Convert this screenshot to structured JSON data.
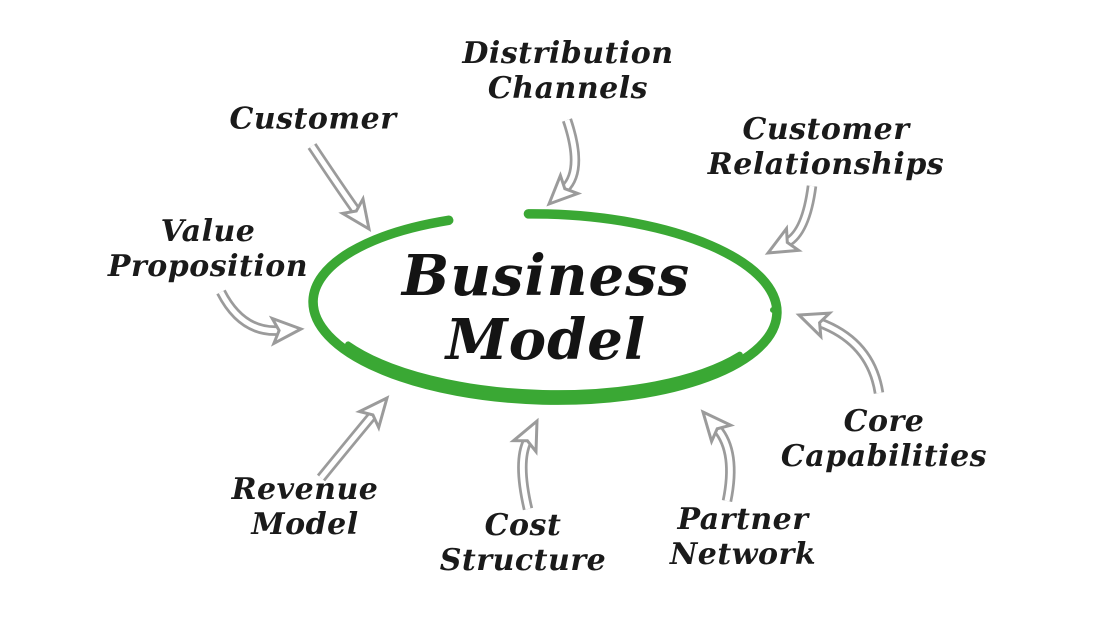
{
  "diagram": {
    "title": {
      "line1": "Business",
      "line2": "Model"
    },
    "nodes": {
      "customer": {
        "label": "Customer"
      },
      "distribution_channels": {
        "line1": "Distribution",
        "line2": "Channels"
      },
      "customer_relationships": {
        "line1": "Customer",
        "line2": "Relationships"
      },
      "value_proposition": {
        "line1": "Value",
        "line2": "Proposition"
      },
      "core_capabilities": {
        "line1": "Core",
        "line2": "Capabilities"
      },
      "revenue_model": {
        "line1": "Revenue",
        "line2": "Model"
      },
      "cost_structure": {
        "line1": "Cost",
        "line2": "Structure"
      },
      "partner_network": {
        "line1": "Partner",
        "line2": "Network"
      }
    },
    "colors": {
      "ellipse_green": "#3aa834",
      "arrow_gray": "#9b9b9b",
      "text_black": "#1a1a1a",
      "background": "#ffffff"
    }
  }
}
